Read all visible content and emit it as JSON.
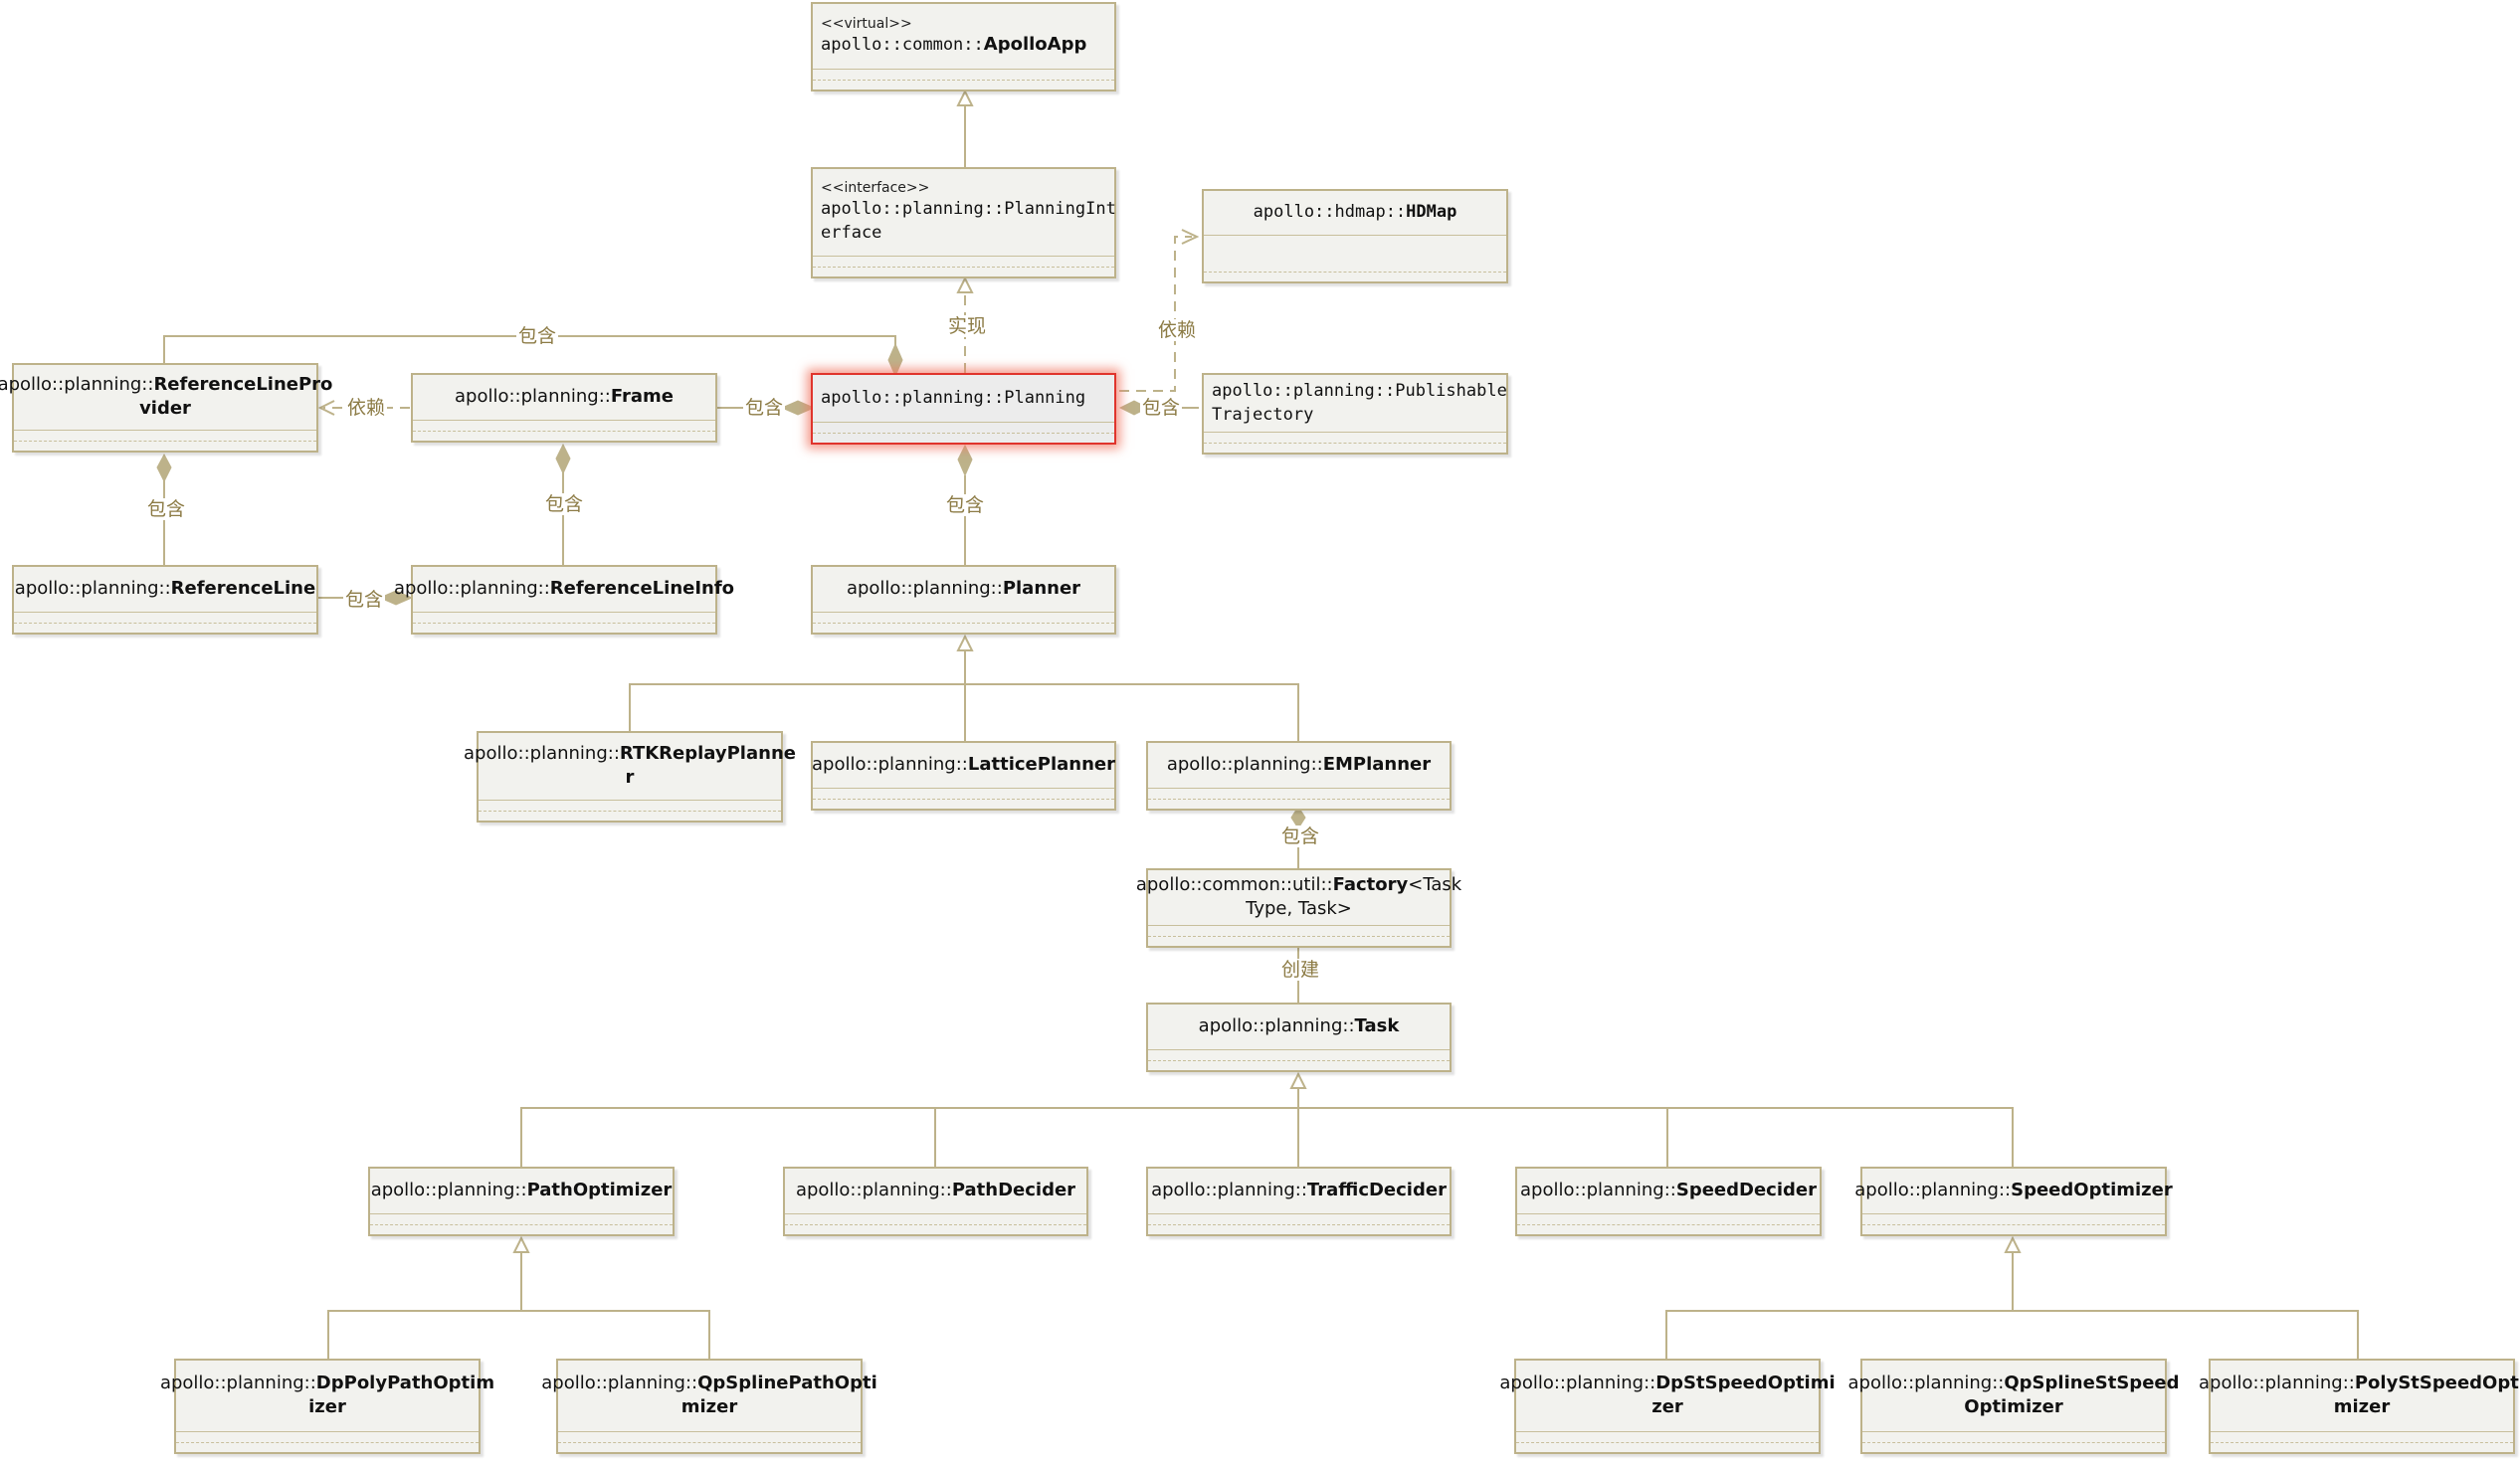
{
  "classes": {
    "apolloapp": {
      "stereotype": "<<virtual>>",
      "prefix": "apollo::common::",
      "name": "ApolloApp"
    },
    "planning_interface": {
      "stereotype": "<<interface>>",
      "prefix": "apollo::planning::",
      "name": "PlanningInt",
      "name2": "erface"
    },
    "hdmap": {
      "prefix": "apollo::hdmap::",
      "name": "HDMap"
    },
    "planning": {
      "prefix": "apollo::planning::",
      "name": "Planning"
    },
    "publishable_trajectory": {
      "prefix": "apollo::planning::",
      "name": "Publishable",
      "name2": "Trajectory"
    },
    "reference_line_provider": {
      "prefix": "apollo::planning::",
      "name": "ReferenceLinePro",
      "name2": "vider"
    },
    "frame": {
      "prefix": "apollo::planning::",
      "name": "Frame"
    },
    "reference_line": {
      "prefix": "apollo::planning::",
      "name": "ReferenceLine"
    },
    "reference_line_info": {
      "prefix": "apollo::planning::",
      "name": "ReferenceLineInfo"
    },
    "planner": {
      "prefix": "apollo::planning::",
      "name": "Planner"
    },
    "rtk_replay_planner": {
      "prefix": "apollo::planning::",
      "name": "RTKReplayPlanne",
      "name2": "r"
    },
    "lattice_planner": {
      "prefix": "apollo::planning::",
      "name": "LatticePlanner"
    },
    "em_planner": {
      "prefix": "apollo::planning::",
      "name": "EMPlanner"
    },
    "factory": {
      "prefix": "apollo::common::util::",
      "name": "Factory",
      "suffix": "<Task",
      "line2": "Type, Task>"
    },
    "task": {
      "prefix": "apollo::planning::",
      "name": "Task"
    },
    "path_optimizer": {
      "prefix": "apollo::planning::",
      "name": "PathOptimizer"
    },
    "path_decider": {
      "prefix": "apollo::planning::",
      "name": "PathDecider"
    },
    "traffic_decider": {
      "prefix": "apollo::planning::",
      "name": "TrafficDecider"
    },
    "speed_decider": {
      "prefix": "apollo::planning::",
      "name": "SpeedDecider"
    },
    "speed_optimizer": {
      "prefix": "apollo::planning::",
      "name": "SpeedOptimizer"
    },
    "dp_poly_path_optimizer": {
      "prefix": "apollo::planning::",
      "name": "DpPolyPathOptim",
      "name2": "izer"
    },
    "qp_spline_path_optimizer": {
      "prefix": "apollo::planning::",
      "name": "QpSplinePathOpti",
      "name2": "mizer"
    },
    "dp_st_speed_optimizer": {
      "prefix": "apollo::planning::",
      "name": "DpStSpeedOptimi",
      "name2": "zer"
    },
    "qp_spline_st_speed_optimizer": {
      "prefix": "apollo::planning::",
      "name": "QpSplineStSpeed",
      "name2": "Optimizer"
    },
    "poly_st_speed_optimizer": {
      "prefix": "apollo::planning::",
      "name": "PolyStSpeedOpti",
      "name2": "mizer"
    }
  },
  "relations": {
    "implements": "实现",
    "depends_hdmap": "依赖",
    "depends_frame_provider": "依赖",
    "contains_provider": "包含",
    "contains_frame": "包含",
    "contains_trajectory": "包含",
    "contains_planner": "包含",
    "contains_reference_line_info": "包含",
    "contains_reference_line": "包含",
    "contains_ref_line_to_info": "包含",
    "contains_factory": "包含",
    "creates_task": "创建"
  },
  "colors": {
    "box_fill": "#f2f2ee",
    "box_border": "#bdb28a",
    "connector": "#bdb28a",
    "label_text": "#8c7b45",
    "selected_border": "#e0342c"
  }
}
